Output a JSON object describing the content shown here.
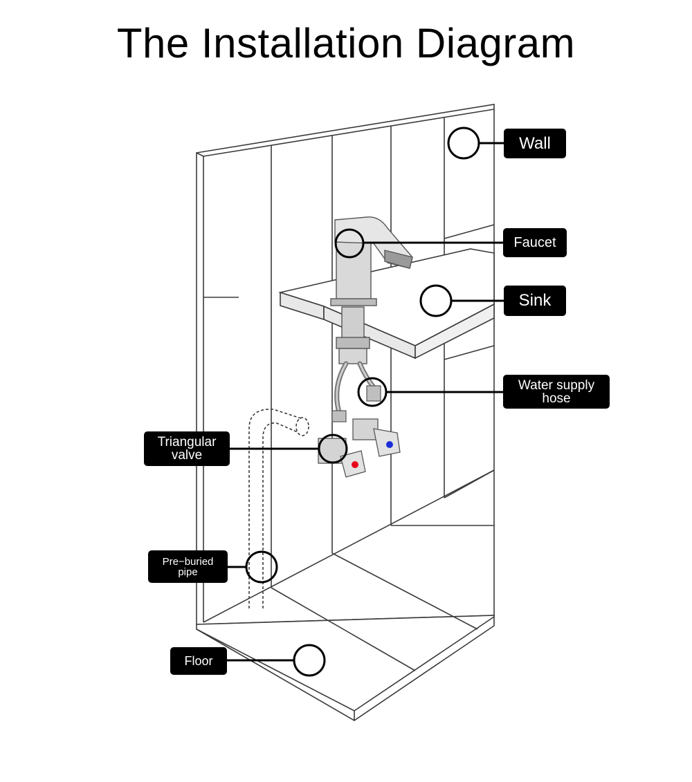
{
  "title": "The Installation Diagram",
  "labels": {
    "wall": "Wall",
    "faucet": "Faucet",
    "sink": "Sink",
    "water_supply_hose": [
      "Water supply",
      "hose"
    ],
    "triangular_valve": [
      "Triangular",
      "valve"
    ],
    "pre_buried_pipe": [
      "Pre−buried",
      "pipe"
    ],
    "floor": "Floor"
  },
  "colors": {
    "label_bg": "#000000",
    "label_text": "#ffffff",
    "hot": "#e8001c",
    "cold": "#1a2fd6",
    "line": "#333333"
  }
}
